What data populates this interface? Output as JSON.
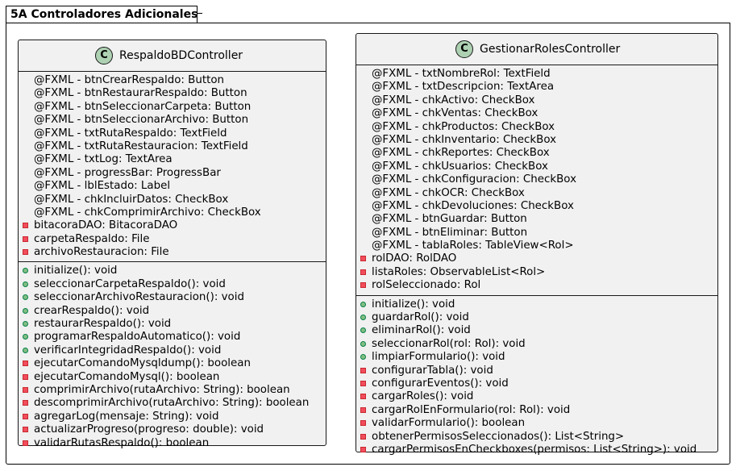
{
  "package": {
    "title": "5A Controladores Adicionales"
  },
  "classes": [
    {
      "name": "RespaldoBDController",
      "stereotype": "C",
      "attributes": [
        {
          "vis": "none",
          "text": "@FXML - btnCrearRespaldo: Button"
        },
        {
          "vis": "none",
          "text": "@FXML - btnRestaurarRespaldo: Button"
        },
        {
          "vis": "none",
          "text": "@FXML - btnSeleccionarCarpeta: Button"
        },
        {
          "vis": "none",
          "text": "@FXML - btnSeleccionarArchivo: Button"
        },
        {
          "vis": "none",
          "text": "@FXML - txtRutaRespaldo: TextField"
        },
        {
          "vis": "none",
          "text": "@FXML - txtRutaRestauracion: TextField"
        },
        {
          "vis": "none",
          "text": "@FXML - txtLog: TextArea"
        },
        {
          "vis": "none",
          "text": "@FXML - progressBar: ProgressBar"
        },
        {
          "vis": "none",
          "text": "@FXML - lblEstado: Label"
        },
        {
          "vis": "none",
          "text": "@FXML - chkIncluirDatos: CheckBox"
        },
        {
          "vis": "none",
          "text": "@FXML - chkComprimirArchivo: CheckBox"
        },
        {
          "vis": "private",
          "text": "bitacoraDAO: BitacoraDAO"
        },
        {
          "vis": "private",
          "text": "carpetaRespaldo: File"
        },
        {
          "vis": "private",
          "text": "archivoRestauracion: File"
        }
      ],
      "methods": [
        {
          "vis": "public",
          "text": "initialize(): void"
        },
        {
          "vis": "public",
          "text": "seleccionarCarpetaRespaldo(): void"
        },
        {
          "vis": "public",
          "text": "seleccionarArchivoRestauracion(): void"
        },
        {
          "vis": "public",
          "text": "crearRespaldo(): void"
        },
        {
          "vis": "public",
          "text": "restaurarRespaldo(): void"
        },
        {
          "vis": "public",
          "text": "programarRespaldoAutomatico(): void"
        },
        {
          "vis": "public",
          "text": "verificarIntegridadRespaldo(): void"
        },
        {
          "vis": "private",
          "text": "ejecutarComandoMysqldump(): boolean"
        },
        {
          "vis": "private",
          "text": "ejecutarComandoMysql(): boolean"
        },
        {
          "vis": "private",
          "text": "comprimirArchivo(rutaArchivo: String): boolean"
        },
        {
          "vis": "private",
          "text": "descomprimirArchivo(rutaArchivo: String): boolean"
        },
        {
          "vis": "private",
          "text": "agregarLog(mensaje: String): void"
        },
        {
          "vis": "private",
          "text": "actualizarProgreso(progreso: double): void"
        },
        {
          "vis": "private",
          "text": "validarRutasRespaldo(): boolean"
        }
      ]
    },
    {
      "name": "GestionarRolesController",
      "stereotype": "C",
      "attributes": [
        {
          "vis": "none",
          "text": "@FXML - txtNombreRol: TextField"
        },
        {
          "vis": "none",
          "text": "@FXML - txtDescripcion: TextArea"
        },
        {
          "vis": "none",
          "text": "@FXML - chkActivo: CheckBox"
        },
        {
          "vis": "none",
          "text": "@FXML - chkVentas: CheckBox"
        },
        {
          "vis": "none",
          "text": "@FXML - chkProductos: CheckBox"
        },
        {
          "vis": "none",
          "text": "@FXML - chkInventario: CheckBox"
        },
        {
          "vis": "none",
          "text": "@FXML - chkReportes: CheckBox"
        },
        {
          "vis": "none",
          "text": "@FXML - chkUsuarios: CheckBox"
        },
        {
          "vis": "none",
          "text": "@FXML - chkConfiguracion: CheckBox"
        },
        {
          "vis": "none",
          "text": "@FXML - chkOCR: CheckBox"
        },
        {
          "vis": "none",
          "text": "@FXML - chkDevoluciones: CheckBox"
        },
        {
          "vis": "none",
          "text": "@FXML - btnGuardar: Button"
        },
        {
          "vis": "none",
          "text": "@FXML - btnEliminar: Button"
        },
        {
          "vis": "none",
          "text": "@FXML - tablaRoles: TableView<Rol>"
        },
        {
          "vis": "private",
          "text": "rolDAO: RolDAO"
        },
        {
          "vis": "private",
          "text": "listaRoles: ObservableList<Rol>"
        },
        {
          "vis": "private",
          "text": "rolSeleccionado: Rol"
        }
      ],
      "methods": [
        {
          "vis": "public",
          "text": "initialize(): void"
        },
        {
          "vis": "public",
          "text": "guardarRol(): void"
        },
        {
          "vis": "public",
          "text": "eliminarRol(): void"
        },
        {
          "vis": "public",
          "text": "seleccionarRol(rol: Rol): void"
        },
        {
          "vis": "public",
          "text": "limpiarFormulario(): void"
        },
        {
          "vis": "private",
          "text": "configurarTabla(): void"
        },
        {
          "vis": "private",
          "text": "configurarEventos(): void"
        },
        {
          "vis": "private",
          "text": "cargarRoles(): void"
        },
        {
          "vis": "private",
          "text": "cargarRolEnFormulario(rol: Rol): void"
        },
        {
          "vis": "private",
          "text": "validarFormulario(): boolean"
        },
        {
          "vis": "private",
          "text": "obtenerPermisosSeleccionados(): List<String>"
        },
        {
          "vis": "private",
          "text": "cargarPermisosEnCheckboxes(permisos: List<String>): void"
        }
      ]
    }
  ]
}
